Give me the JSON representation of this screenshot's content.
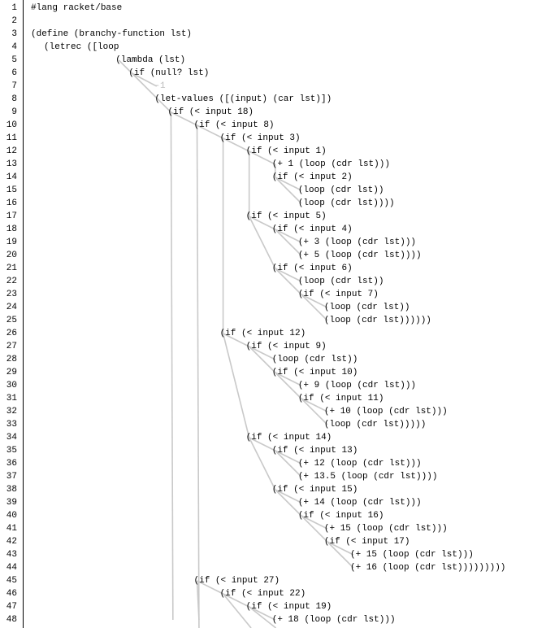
{
  "editor": {
    "lines": [
      {
        "n": "1",
        "indent": 0,
        "text": "#lang racket/base"
      },
      {
        "n": "2",
        "indent": 0,
        "text": ""
      },
      {
        "n": "3",
        "indent": 0,
        "text": "(define (branchy-function lst)"
      },
      {
        "n": "4",
        "indent": 2,
        "text": "(letrec ([loop"
      },
      {
        "n": "5",
        "indent": 13,
        "text": "(lambda (lst)"
      },
      {
        "n": "6",
        "indent": 15,
        "text": "(if (null? lst)"
      },
      {
        "n": "7",
        "indent": 19,
        "text": "-1",
        "style": "faint"
      },
      {
        "n": "8",
        "indent": 19,
        "text": "(let-values ([(input) (car lst)])"
      },
      {
        "n": "9",
        "indent": 21,
        "text": "(if (< input 18)"
      },
      {
        "n": "10",
        "indent": 25,
        "text": "(if (< input 8)"
      },
      {
        "n": "11",
        "indent": 29,
        "text": "(if (< input 3)"
      },
      {
        "n": "12",
        "indent": 33,
        "text": "(if (< input 1)"
      },
      {
        "n": "13",
        "indent": 37,
        "text": "(+ 1 (loop (cdr lst)))"
      },
      {
        "n": "14",
        "indent": 37,
        "text": "(if (< input 2)"
      },
      {
        "n": "15",
        "indent": 41,
        "text": "(loop (cdr lst))"
      },
      {
        "n": "16",
        "indent": 41,
        "text": "(loop (cdr lst))))"
      },
      {
        "n": "17",
        "indent": 33,
        "text": "(if (< input 5)"
      },
      {
        "n": "18",
        "indent": 37,
        "text": "(if (< input 4)"
      },
      {
        "n": "19",
        "indent": 41,
        "text": "(+ 3 (loop (cdr lst)))"
      },
      {
        "n": "20",
        "indent": 41,
        "text": "(+ 5 (loop (cdr lst))))"
      },
      {
        "n": "21",
        "indent": 37,
        "text": "(if (< input 6)"
      },
      {
        "n": "22",
        "indent": 41,
        "text": "(loop (cdr lst))"
      },
      {
        "n": "23",
        "indent": 41,
        "text": "(if (< input 7)"
      },
      {
        "n": "24",
        "indent": 45,
        "text": "(loop (cdr lst))"
      },
      {
        "n": "25",
        "indent": 45,
        "text": "(loop (cdr lst))))))"
      },
      {
        "n": "26",
        "indent": 29,
        "text": "(if (< input 12)"
      },
      {
        "n": "27",
        "indent": 33,
        "text": "(if (< input 9)"
      },
      {
        "n": "28",
        "indent": 37,
        "text": "(loop (cdr lst))"
      },
      {
        "n": "29",
        "indent": 37,
        "text": "(if (< input 10)"
      },
      {
        "n": "30",
        "indent": 41,
        "text": "(+ 9 (loop (cdr lst)))"
      },
      {
        "n": "31",
        "indent": 41,
        "text": "(if (< input 11)"
      },
      {
        "n": "32",
        "indent": 45,
        "text": "(+ 10 (loop (cdr lst)))"
      },
      {
        "n": "33",
        "indent": 45,
        "text": "(loop (cdr lst)))))"
      },
      {
        "n": "34",
        "indent": 33,
        "text": "(if (< input 14)"
      },
      {
        "n": "35",
        "indent": 37,
        "text": "(if (< input 13)"
      },
      {
        "n": "36",
        "indent": 41,
        "text": "(+ 12 (loop (cdr lst)))"
      },
      {
        "n": "37",
        "indent": 41,
        "text": "(+ 13.5 (loop (cdr lst))))"
      },
      {
        "n": "38",
        "indent": 37,
        "text": "(if (< input 15)"
      },
      {
        "n": "39",
        "indent": 41,
        "text": "(+ 14 (loop (cdr lst)))"
      },
      {
        "n": "40",
        "indent": 41,
        "text": "(if (< input 16)"
      },
      {
        "n": "41",
        "indent": 45,
        "text": "(+ 15 (loop (cdr lst)))"
      },
      {
        "n": "42",
        "indent": 45,
        "text": "(if (< input 17)"
      },
      {
        "n": "43",
        "indent": 49,
        "text": "(+ 15 (loop (cdr lst)))"
      },
      {
        "n": "44",
        "indent": 49,
        "text": "(+ 16 (loop (cdr lst)))))))))"
      },
      {
        "n": "45",
        "indent": 25,
        "text": "(if (< input 27)"
      },
      {
        "n": "46",
        "indent": 29,
        "text": "(if (< input 22)"
      },
      {
        "n": "47",
        "indent": 33,
        "text": "(if (< input 19)"
      },
      {
        "n": "48",
        "indent": 37,
        "text": "(+ 18 (loop (cdr lst)))"
      }
    ],
    "colors": {
      "background": "#ffffff",
      "text": "#000000",
      "gutter_border": "#000000",
      "binding_arrow": "#c9c9c9"
    }
  }
}
